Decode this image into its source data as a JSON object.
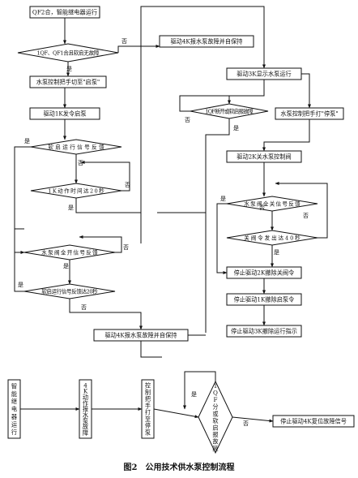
{
  "figure": {
    "caption": "图2　公用技术供水泵控制流程"
  },
  "nodes": [
    {
      "id": "n1",
      "shape": "box",
      "text": "QF2合，智能继电器运行"
    },
    {
      "id": "d1",
      "shape": "diamond",
      "text": "1QF、QF1合且软启无故障"
    },
    {
      "id": "n2",
      "shape": "box",
      "text": "驱动4K报水泵故障并自保持"
    },
    {
      "id": "n3",
      "shape": "box",
      "text": "水泵控制把手切至\"启泵\""
    },
    {
      "id": "n4",
      "shape": "box",
      "text": "驱动1K发令启泵"
    },
    {
      "id": "d2",
      "shape": "diamond",
      "text": "软启运行信号反馈"
    },
    {
      "id": "d3",
      "shape": "diamond",
      "text": "1K动作时间达20秒"
    },
    {
      "id": "d4",
      "shape": "diamond",
      "text": "水泵阀全开信号反馈"
    },
    {
      "id": "d5",
      "shape": "diamond",
      "text": "软启运行信号反馈达20秒"
    },
    {
      "id": "n5",
      "shape": "box",
      "text": "驱动4K报水泵故障并自保持"
    },
    {
      "id": "n6",
      "shape": "box",
      "text": "驱动3K显示水泵运行"
    },
    {
      "id": "d6",
      "shape": "diamond",
      "text": "1QF断开或软启报故障"
    },
    {
      "id": "n7",
      "shape": "box",
      "text": "水泵控制把手打\"停泵\""
    },
    {
      "id": "n8",
      "shape": "box",
      "text": "驱动2K关水泵控制阀"
    },
    {
      "id": "d7",
      "shape": "diamond",
      "text": "水泵阀全关信号反馈"
    },
    {
      "id": "d8",
      "shape": "diamond",
      "text": "关阀令发出达40秒"
    },
    {
      "id": "n9",
      "shape": "box",
      "text": "停止驱动2K撤除关阀令"
    },
    {
      "id": "n10",
      "shape": "box",
      "text": "停止驱动1K撤除启泵令"
    },
    {
      "id": "n11",
      "shape": "box",
      "text": "停止驱动3K撤除运行指示"
    },
    {
      "id": "v1",
      "shape": "vbox",
      "text": "智能继电器运行"
    },
    {
      "id": "v2",
      "shape": "vbox",
      "text": "4K动作报水泵故障"
    },
    {
      "id": "v3",
      "shape": "vbox",
      "text": "控制把手打至停泵"
    },
    {
      "id": "d9",
      "shape": "vdiamond",
      "text": "1QF分或软启报故障"
    },
    {
      "id": "n12",
      "shape": "box",
      "text": "停止驱动4K复位故障信号"
    }
  ],
  "edge_labels": [
    {
      "id": "e-d1-no",
      "text": "否"
    },
    {
      "id": "e-d1-yes",
      "text": "是"
    },
    {
      "id": "e-d2-yes",
      "text": "是"
    },
    {
      "id": "e-d2-no",
      "text": "否"
    },
    {
      "id": "e-d3-no",
      "text": "否"
    },
    {
      "id": "e-d3-yes",
      "text": "是"
    },
    {
      "id": "e-d4-yes",
      "text": "是"
    },
    {
      "id": "e-d4-no",
      "text": "否"
    },
    {
      "id": "e-d5-no",
      "text": "否"
    },
    {
      "id": "e-d5-yes",
      "text": "是"
    },
    {
      "id": "e-d6-no",
      "text": "否"
    },
    {
      "id": "e-d6-yes",
      "text": "是"
    },
    {
      "id": "e-d7-yes",
      "text": "是"
    },
    {
      "id": "e-d7-no",
      "text": "否"
    },
    {
      "id": "e-d8-no",
      "text": "否"
    },
    {
      "id": "e-d8-yes",
      "text": "是"
    },
    {
      "id": "e-d9-yes",
      "text": "是"
    },
    {
      "id": "e-d9-no",
      "text": "否"
    }
  ]
}
